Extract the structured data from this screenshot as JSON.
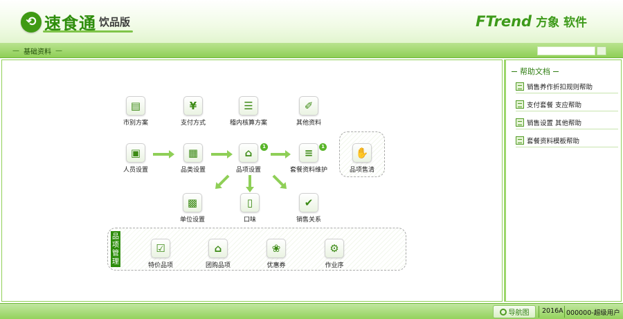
{
  "header": {
    "app_name": "速食通",
    "app_edition": "饮品版",
    "brand_en": "FTrend",
    "brand_cn": "方象 软件"
  },
  "breadcrumb": {
    "current": "基础资料"
  },
  "flow": {
    "top_row": [
      {
        "label": "市别方案",
        "icon": "cash-register-icon"
      },
      {
        "label": "支付方式",
        "icon": "coin-icon"
      },
      {
        "label": "稽内核算方案",
        "icon": "ledger-icon"
      },
      {
        "label": "其他资料",
        "icon": "document-icon"
      }
    ],
    "main_row": [
      {
        "label": "人员设置",
        "icon": "boxes-icon"
      },
      {
        "label": "品类设置",
        "icon": "bricks-icon"
      },
      {
        "label": "品项设置",
        "icon": "basket-icon",
        "badge": "1"
      },
      {
        "label": "套餐资料维护",
        "icon": "list-icon",
        "badge": "1"
      },
      {
        "label": "品项售清",
        "icon": "hand-icon"
      }
    ],
    "bottom_row": [
      {
        "label": "单位设置",
        "icon": "cube-icon"
      },
      {
        "label": "口味",
        "icon": "page-icon"
      },
      {
        "label": "销售关系",
        "icon": "cart-icon"
      }
    ],
    "category_label": "品项管理",
    "category_items": [
      {
        "label": "特价品项",
        "icon": "clipboard-icon"
      },
      {
        "label": "团购品项",
        "icon": "house-icon"
      },
      {
        "label": "优惠券",
        "icon": "ribbon-icon"
      },
      {
        "label": "作业序",
        "icon": "file-gear-icon"
      }
    ]
  },
  "help_panel": {
    "title": "帮助文档",
    "items": [
      "销售养作折扣规则帮助",
      "支付套餐 支应帮助",
      "销售设置 其他帮助",
      "套餐资料模板帮助"
    ]
  },
  "footer": {
    "nav_label": "导航图",
    "code": "2016A",
    "user": "000000-超级用户"
  },
  "colors": {
    "accent": "#2e8d0c",
    "bar": "#8fcf57"
  }
}
